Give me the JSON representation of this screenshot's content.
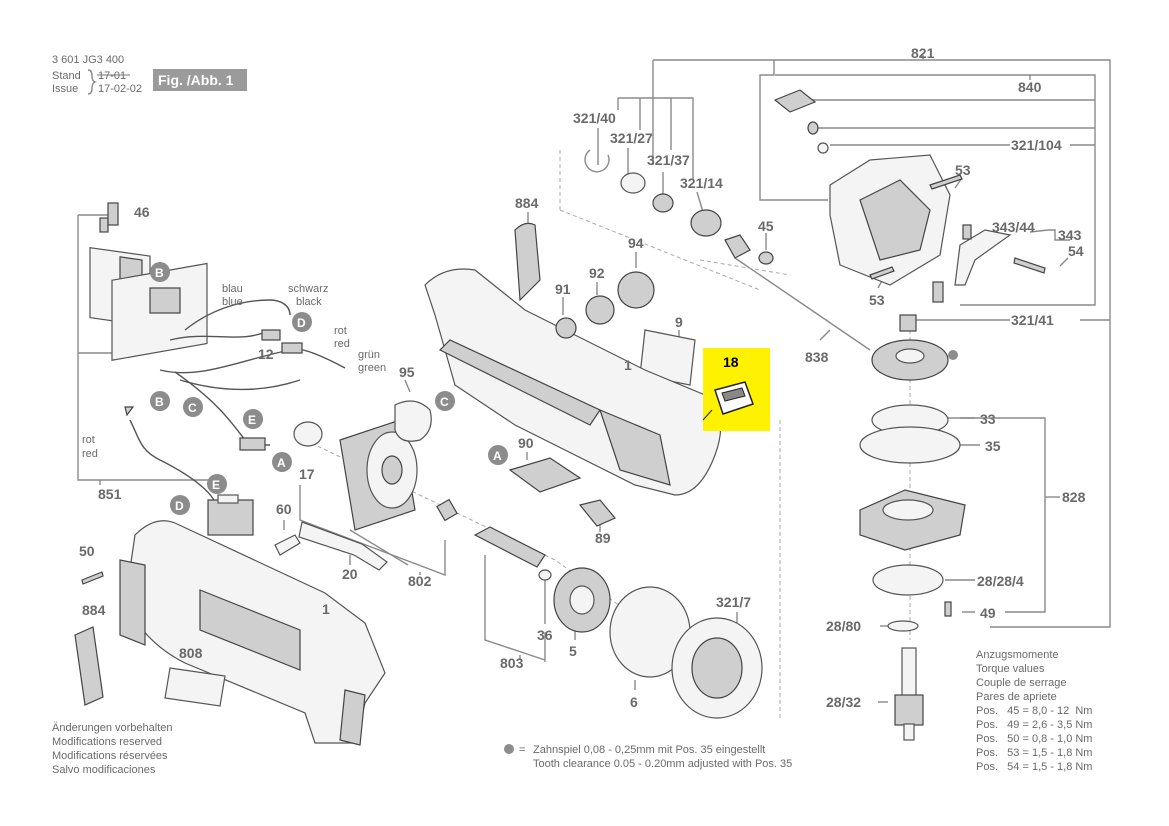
{
  "header": {
    "doc_number": "3 601 JG3 400",
    "stand_label": "Stand",
    "issue_label": "Issue",
    "old_date": "17-01",
    "new_date": "17-02-02",
    "figure_tag": "Fig. /Abb. 1"
  },
  "highlight": {
    "part_number": "18",
    "color": "#FFF200"
  },
  "callouts": {
    "A": "A",
    "B": "B",
    "C": "C",
    "D": "D",
    "E": "E"
  },
  "part_numbers": {
    "p821": "821",
    "p840": "840",
    "p321_104": "321/104",
    "p321_40": "321/40",
    "p321_27": "321/27",
    "p321_37": "321/37",
    "p321_14": "321/14",
    "p53a": "53",
    "p343_44": "343/44",
    "p343": "343",
    "p54": "54",
    "p45": "45",
    "p884a": "884",
    "p94": "94",
    "p92": "92",
    "p91": "91",
    "p9": "9",
    "p53b": "53",
    "p321_41": "321/41",
    "p838": "838",
    "p1a": "1",
    "p95": "95",
    "p90": "90",
    "p89": "89",
    "p46": "46",
    "p12": "12",
    "p17": "17",
    "p60": "60",
    "p20": "20",
    "p802": "802",
    "p851": "851",
    "p50": "50",
    "p884b": "884",
    "p808": "808",
    "p1b": "1",
    "p33": "33",
    "p35": "35",
    "p828": "828",
    "p28_28_4": "28/28/4",
    "p28_80": "28/80",
    "p49": "49",
    "p28_32": "28/32",
    "p321_7": "321/7",
    "p36": "36",
    "p5": "5",
    "p803": "803",
    "p6": "6"
  },
  "wire_labels": {
    "blau": "blau",
    "blue": "blue",
    "schwarz": "schwarz",
    "black": "black",
    "rot1": "rot",
    "red1": "red",
    "gruen": "grün",
    "green": "green",
    "rot2": "rot",
    "red2": "red"
  },
  "footer_left": [
    "Änderungen vorbehalten",
    "Modifications reserved",
    "Modifications réservées",
    "Salvo modificaciones"
  ],
  "footnote": {
    "symbol": "●",
    "eq": "=",
    "line1": "Zahnspiel 0,08 - 0,25mm mit Pos. 35 eingestellt",
    "line2": "Tooth clearance 0.05 - 0.20mm adjusted with Pos. 35"
  },
  "torque": {
    "titles": [
      "Anzugsmomente",
      "Torque values",
      "Couple de serrage",
      "Pares de apriete"
    ],
    "rows": [
      "Pos.   45 = 8,0 - 12  Nm",
      "Pos.   49 = 2,6 - 3,5 Nm",
      "Pos.   50 = 0,8 - 1,0 Nm",
      "Pos.   53 = 1,5 - 1,8 Nm",
      "Pos.   54 = 1,5 - 1,8 Nm"
    ]
  }
}
